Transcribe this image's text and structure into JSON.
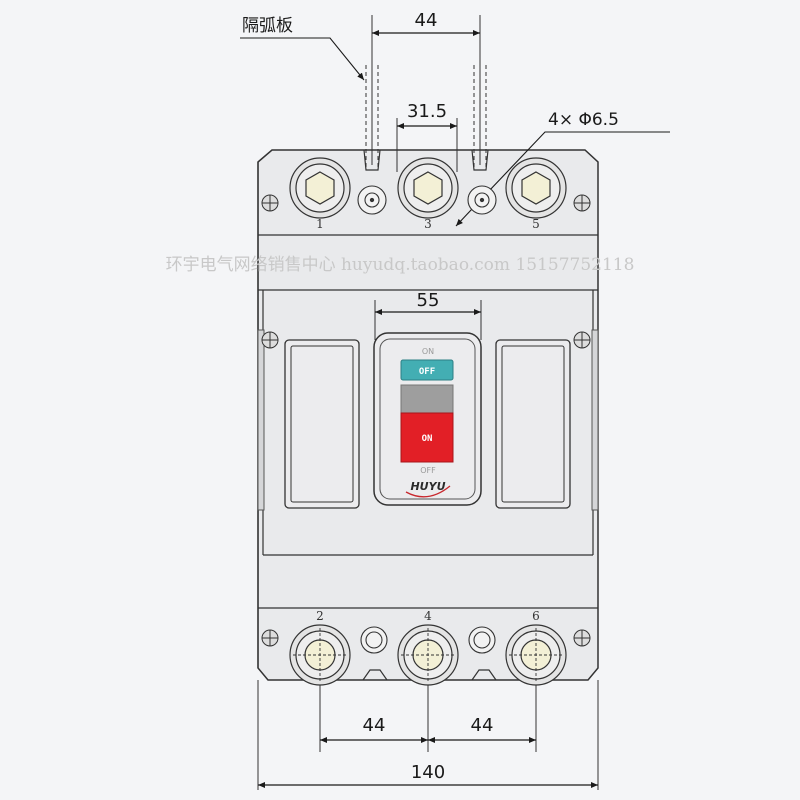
{
  "labels": {
    "arc_plate": "隔弧板",
    "mount_holes": "4× Φ6.5"
  },
  "dimensions": {
    "top_width": "44",
    "top_inner": "31.5",
    "window_width": "55",
    "bottom_left": "44",
    "bottom_right": "44",
    "overall": "140"
  },
  "terminals": {
    "top": [
      "1",
      "3",
      "5"
    ],
    "bottom": [
      "2",
      "4",
      "6"
    ]
  },
  "switch": {
    "on_text": "ON",
    "off_text": "OFF",
    "button_off_label": "OFF",
    "button_on_label": "ON",
    "brand": "HUYU"
  },
  "watermark": "环宇电气网络销售中心  huyudq.taobao.com  15157752118",
  "colors": {
    "body": "#e9eaec",
    "outline": "#333333",
    "off_button": "#43aeb3",
    "on_button": "#e21f26",
    "neutral_button": "#9e9e9e"
  }
}
